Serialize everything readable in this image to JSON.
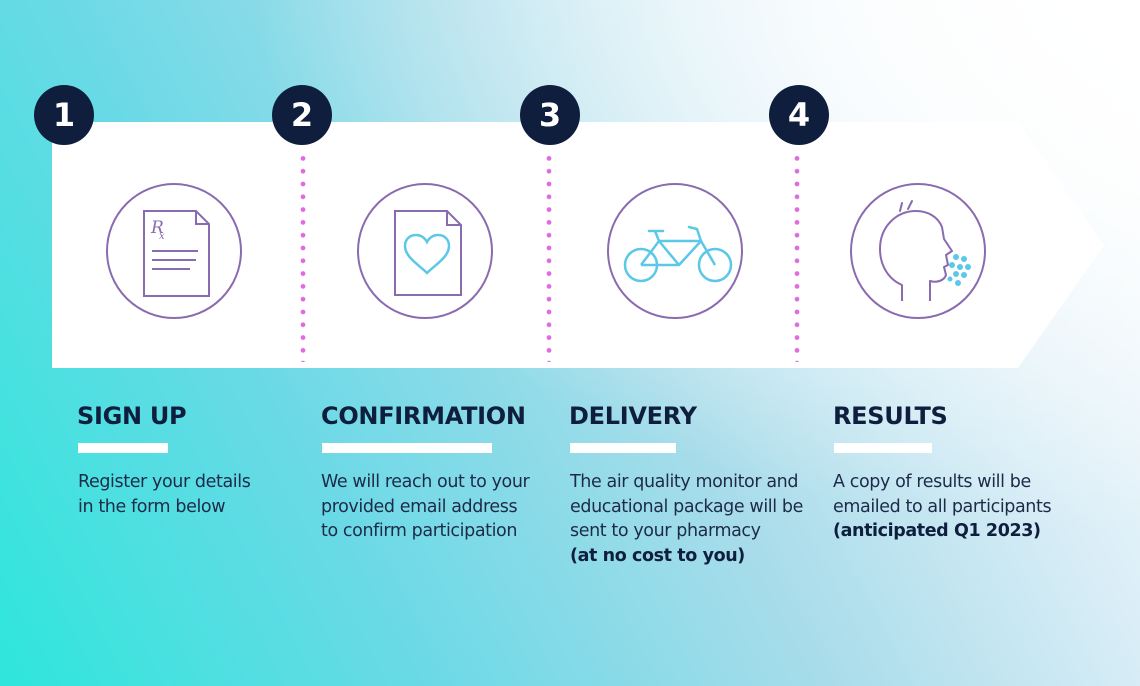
{
  "steps": [
    {
      "number": "1",
      "icon": "prescription-document-icon",
      "title": "SIGN UP",
      "lines": [
        "Register your details",
        "in the form below"
      ],
      "bold_line": ""
    },
    {
      "number": "2",
      "icon": "heart-document-icon",
      "title": "CONFIRMATION",
      "lines": [
        "We will reach out to your",
        "provided email address",
        "to confirm participation"
      ],
      "bold_line": ""
    },
    {
      "number": "3",
      "icon": "bicycle-icon",
      "title": "DELIVERY",
      "lines": [
        "The air quality monitor and",
        "educational package will be",
        "sent to your pharmacy"
      ],
      "bold_line": "(at no cost to you)"
    },
    {
      "number": "4",
      "icon": "breathing-head-icon",
      "title": "RESULTS",
      "lines": [
        "A copy of results will be",
        "emailed to all participants"
      ],
      "bold_line": "(anticipated Q1 2023)"
    }
  ],
  "colors": {
    "navy": "#0f1e3d",
    "circle_border": "#8a6bb0",
    "dots": "#e06be0",
    "bike": "#5cc8e8"
  }
}
